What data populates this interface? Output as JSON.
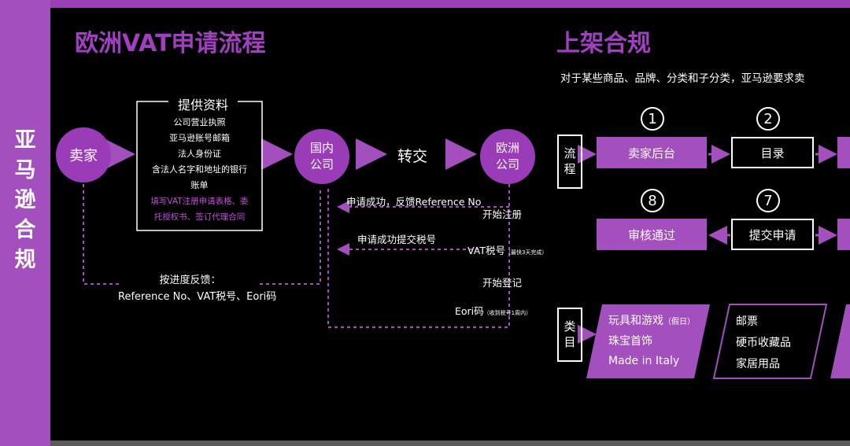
{
  "sidebar": {
    "title": "亚马逊合规"
  },
  "vat": {
    "title": "欧洲VAT申请流程",
    "seller": "卖家",
    "provide_title": "提供资料",
    "docs": [
      "公司营业执照",
      "亚马逊账号邮箱",
      "法人身份证",
      "含法人名字和地址的银行",
      "账单"
    ],
    "docs_highlight": [
      "填写VAT注册申请表格、委",
      "托授权书、签订代理合同"
    ],
    "domestic": [
      "国内",
      "公司"
    ],
    "transfer": "转交",
    "eu": [
      "欧洲",
      "公司"
    ],
    "return_1": "申请成功，反馈Reference No",
    "step_register": "开始注册",
    "return_2": "申请成功提交税号",
    "vat_no": "VAT税号",
    "vat_note": "（最快3天完成）",
    "step_login": "开始登记",
    "eori": "Eori码",
    "eori_note": "（收到税号1周内）",
    "feedback_title": "按进度反馈：",
    "feedback_items": "Reference No、VAT税号、Eori码"
  },
  "listing": {
    "title": "上架合规",
    "desc": "对于某些商品、品牌、分类和子分类，亚马逊要求卖",
    "process_label": [
      "流",
      "程"
    ],
    "nums": [
      "1",
      "2",
      "8",
      "7"
    ],
    "step_seller_backend": "卖家后台",
    "step_catalog": "目录",
    "step_approved": "审核通过",
    "step_submit": "提交申请",
    "category_label": [
      "类",
      "目"
    ],
    "cat1": [
      "玩具和游戏",
      "珠宝首饰",
      "Made in Italy"
    ],
    "cat1_note": "（假日）",
    "cat2": [
      "邮票",
      "硬币收藏品",
      "家居用品"
    ]
  },
  "colors": {
    "accent": "#a34fbe",
    "title": "#a040c0",
    "circle": "#9a3cb8",
    "highlight": "#c34fd8"
  }
}
